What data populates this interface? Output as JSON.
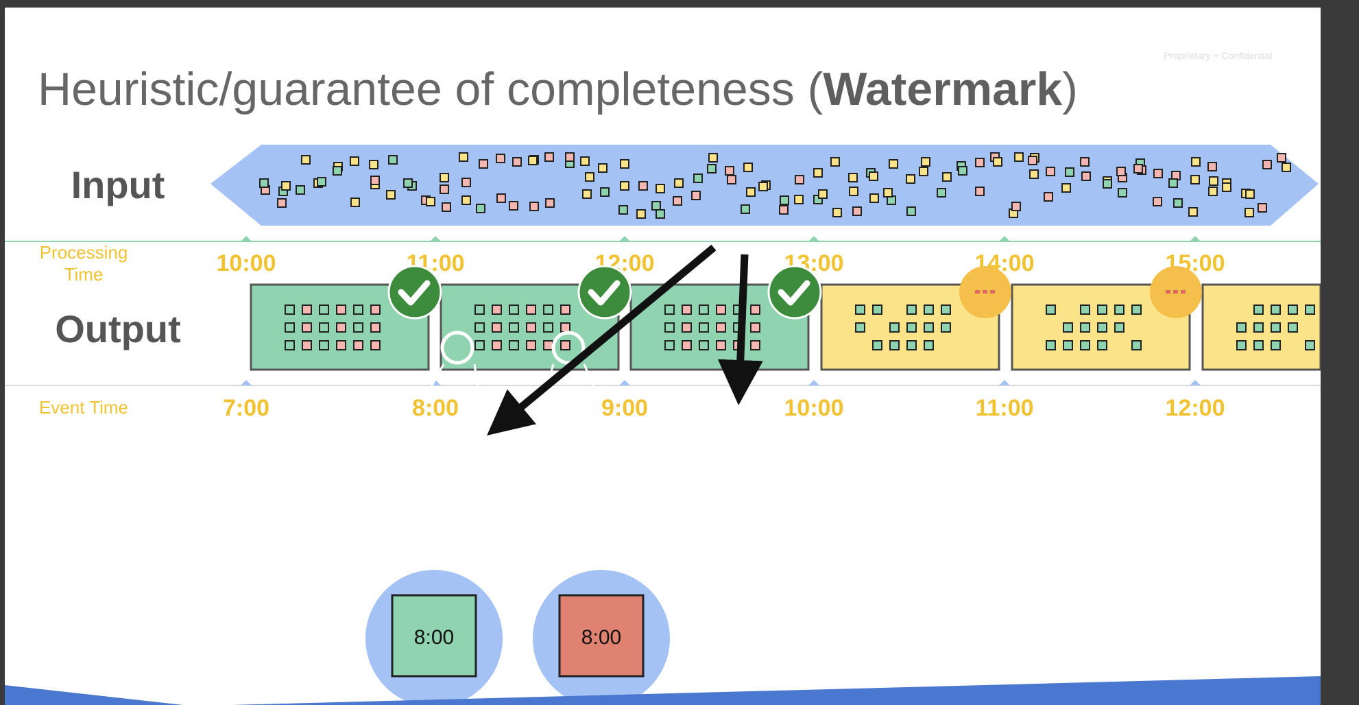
{
  "slide": {
    "title_prefix": "Heuristic/guarantee of completeness (",
    "title_bold": "Watermark",
    "title_suffix": ")",
    "confidential": "Proprietary + Confidential"
  },
  "diagram": {
    "input_label": "Input",
    "output_label": "Output",
    "processing_label_1": "Processing",
    "processing_label_2": "Time",
    "event_label": "Event Time",
    "processing_ticks": [
      "10:00",
      "11:00",
      "12:00",
      "13:00",
      "14:00",
      "15:00"
    ],
    "event_ticks": [
      "7:00",
      "8:00",
      "9:00",
      "10:00",
      "11:00",
      "12:00"
    ],
    "pane_status": [
      "complete",
      "complete",
      "complete",
      "pending",
      "pending",
      "pending"
    ],
    "legend": [
      {
        "label": "8:00",
        "color": "#8fd3b0"
      },
      {
        "label": "8:00",
        "color": "#df8271"
      }
    ]
  },
  "colors": {
    "input_band": "#a4c2f4",
    "pane_complete": "#8fd3b0",
    "pane_pending": "#fbe389",
    "badge_check": "#3d8b3d",
    "badge_pending": "#f4c04a",
    "axis_text": "#f1c232",
    "dot_green": "#8fd3b0",
    "dot_yellow": "#fbe389",
    "dot_pink": "#f4b6b0"
  }
}
